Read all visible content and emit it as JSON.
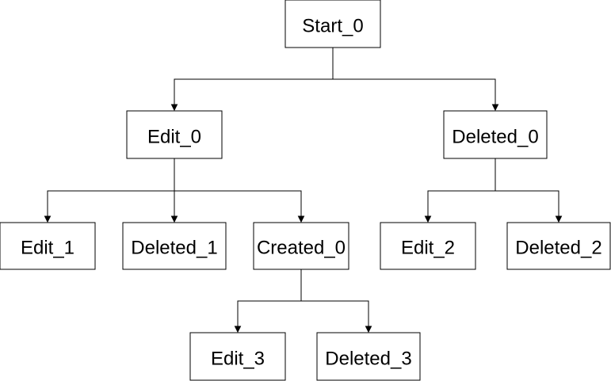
{
  "diagram": {
    "nodes": [
      {
        "id": "start_0",
        "label": "Start_0"
      },
      {
        "id": "edit_0",
        "label": "Edit_0"
      },
      {
        "id": "deleted_0",
        "label": "Deleted_0"
      },
      {
        "id": "edit_1",
        "label": "Edit_1"
      },
      {
        "id": "deleted_1",
        "label": "Deleted_1"
      },
      {
        "id": "created_0",
        "label": "Created_0"
      },
      {
        "id": "edit_2",
        "label": "Edit_2"
      },
      {
        "id": "deleted_2",
        "label": "Deleted_2"
      },
      {
        "id": "edit_3",
        "label": "Edit_3"
      },
      {
        "id": "deleted_3",
        "label": "Deleted_3"
      }
    ],
    "edges": [
      {
        "from": "start_0",
        "to": "edit_0"
      },
      {
        "from": "start_0",
        "to": "deleted_0"
      },
      {
        "from": "edit_0",
        "to": "edit_1"
      },
      {
        "from": "edit_0",
        "to": "deleted_1"
      },
      {
        "from": "edit_0",
        "to": "created_0"
      },
      {
        "from": "deleted_0",
        "to": "edit_2"
      },
      {
        "from": "deleted_0",
        "to": "deleted_2"
      },
      {
        "from": "created_0",
        "to": "edit_3"
      },
      {
        "from": "created_0",
        "to": "deleted_3"
      }
    ]
  }
}
